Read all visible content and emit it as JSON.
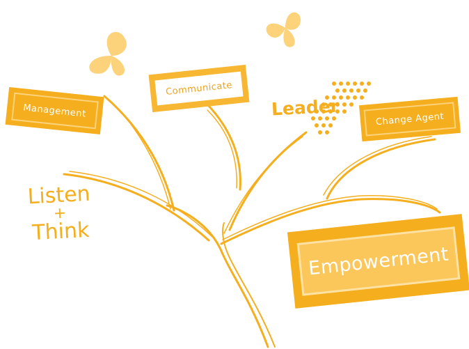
{
  "colors": {
    "accent": "#f5ae1d",
    "butterfly": "#fcd27a",
    "dots": "#f5ae1d"
  },
  "labels": {
    "management": "Management",
    "communicate": "Communicate",
    "leader": "Leader",
    "change_agent": "Change Agent",
    "empowerment": "Empowerment",
    "listen": "Listen",
    "plus": "+",
    "think": "Think"
  },
  "icons": [
    "butterfly-icon",
    "butterfly-icon",
    "dotted-triangle-icon"
  ]
}
